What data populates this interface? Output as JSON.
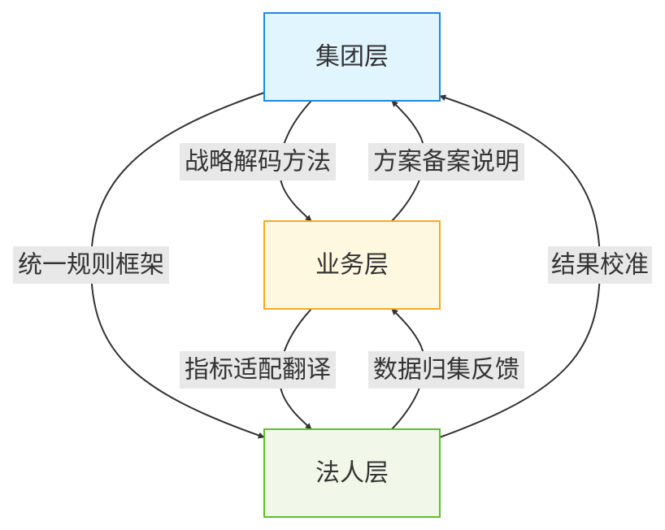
{
  "nodes": {
    "group": {
      "label": "集团层",
      "fill": "#e1f5fe",
      "stroke": "#1e88e5"
    },
    "business": {
      "label": "业务层",
      "fill": "#fff8e1",
      "stroke": "#f9a825"
    },
    "entity": {
      "label": "法人层",
      "fill": "#f1f8e9",
      "stroke": "#5cbf2a"
    }
  },
  "edges": {
    "strategy_decode": {
      "label": "战略解码方法",
      "from": "集团层",
      "to": "业务层"
    },
    "plan_filing": {
      "label": "方案备案说明",
      "from": "业务层",
      "to": "集团层"
    },
    "unified_rules": {
      "label": "统一规则框架",
      "from": "集团层",
      "to": "法人层"
    },
    "result_calibration": {
      "label": "结果校准",
      "from": "法人层",
      "to": "集团层"
    },
    "indicator_translation": {
      "label": "指标适配翻译",
      "from": "业务层",
      "to": "法人层"
    },
    "data_feedback": {
      "label": "数据归集反馈",
      "from": "法人层",
      "to": "业务层"
    }
  }
}
